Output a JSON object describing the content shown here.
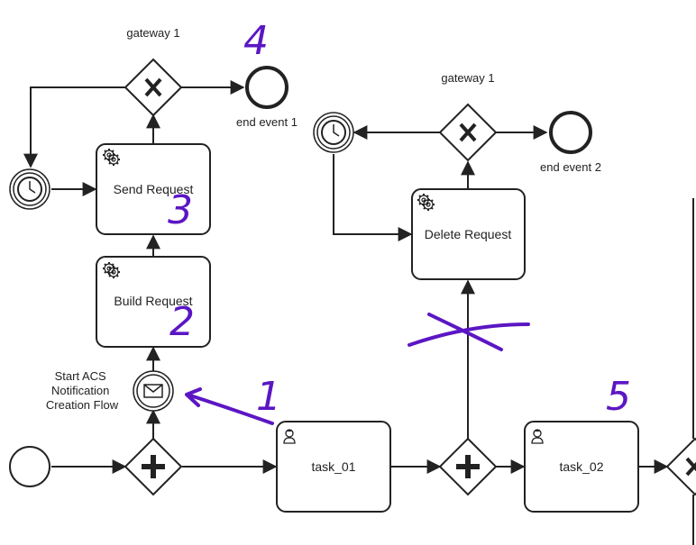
{
  "labels": {
    "gateway_1_top": "gateway 1",
    "gateway_1_mid": "gateway 1",
    "end_event_1": "end event 1",
    "end_event_2": "end event 2",
    "send_request": "Send Request",
    "build_request": "Build Request",
    "delete_request": "Delete Request",
    "task_01": "task_01",
    "task_02": "task_02",
    "start_acs_line1": "Start ACS",
    "start_acs_line2": "Notification",
    "start_acs_line3": "Creation Flow"
  },
  "annotations": {
    "n1": "1",
    "n2": "2",
    "n3": "3",
    "n4": "4",
    "n5": "5"
  },
  "colors": {
    "stroke": "#222222",
    "annotation": "#5b16c4",
    "fill": "#ffffff"
  }
}
